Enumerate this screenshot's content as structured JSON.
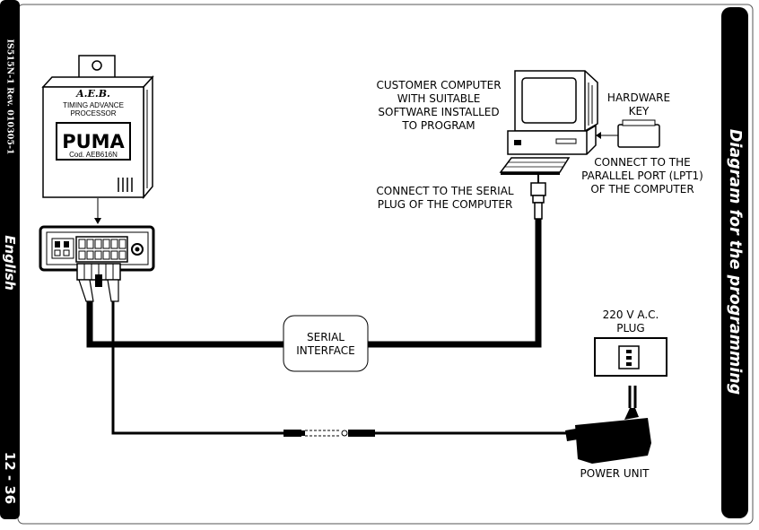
{
  "left_bar": {
    "doc_code": "IS515N-1 Rev. 010305-1",
    "language": "English",
    "page": "12 - 36"
  },
  "right_bar": {
    "title": "Diagram for the programming"
  },
  "device": {
    "brand": "A.E.B.",
    "line1": "TIMING ADVANCE",
    "line2": "PROCESSOR",
    "name": "PUMA",
    "code": "Cod. AEB616N"
  },
  "labels": {
    "computer": [
      "CUSTOMER COMPUTER",
      "WITH SUITABLE",
      "SOFTWARE INSTALLED",
      "TO PROGRAM"
    ],
    "hardware_key": [
      "HARDWARE",
      "KEY"
    ],
    "parallel": [
      "CONNECT TO THE",
      "PARALLEL PORT (LPT1)",
      "OF THE COMPUTER"
    ],
    "serial_plug": [
      "CONNECT TO THE SERIAL",
      "PLUG OF THE COMPUTER"
    ],
    "serial_interface": [
      "SERIAL",
      "INTERFACE"
    ],
    "plug": [
      "220 V A.C.",
      "PLUG"
    ],
    "power_unit": "POWER UNIT"
  }
}
